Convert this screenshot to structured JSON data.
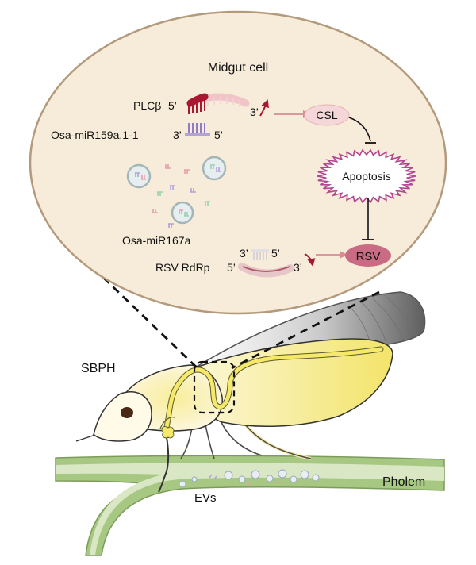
{
  "cell": {
    "title": "Midgut cell",
    "fill": "#f7ecd9",
    "stroke": "#b49a7c"
  },
  "pathway_top": {
    "gene": "PLCβ",
    "gene_end5": "5’",
    "gene_end3": "3’",
    "mirna": "Osa-miR159a.1-1",
    "mirna_end3": "3’",
    "mirna_end5": "5’",
    "target": "CSL"
  },
  "apoptosis": {
    "label": "Apoptosis"
  },
  "pathway_bottom": {
    "mirna": "Osa-miR167a",
    "mirna_end3": "3’",
    "mirna_end5": "5’",
    "gene": "RSV RdRp",
    "gene_end5": "5’",
    "gene_end3": "3’",
    "virus": "RSV"
  },
  "insect": {
    "label": "SBPH"
  },
  "vesicles": {
    "label": "EVs"
  },
  "plant": {
    "label": "Pholem"
  },
  "colors": {
    "dark_red": "#a8182e",
    "pink": "#f1c4c8",
    "purple": "#b3a2d6",
    "arrow": "#d98b93",
    "rsv": "#c96b82",
    "csl": "#f5d7d9",
    "stem": "#a7c883",
    "stem_inner": "#d9e7c4",
    "insect_yellow": "#f5e86a",
    "wing_dark": "#7a7a7a"
  }
}
